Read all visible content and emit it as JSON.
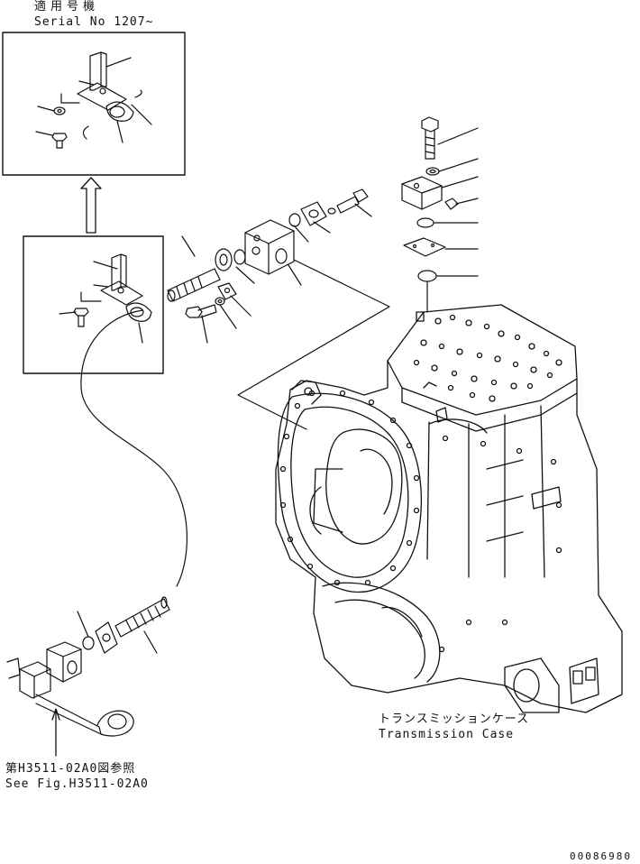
{
  "applicable_title": "適用号機",
  "serial_text": "Serial No 1207~",
  "case_label_jp": "トランスミッションケース",
  "case_label_en": "Transmission Case",
  "ref_label_jp": "第H3511-02A0図参照",
  "ref_label_en": "See Fig.H3511-02A0",
  "drawing_number": "00086980",
  "colors": {
    "ink": "#111111",
    "paper": "#ffffff"
  }
}
